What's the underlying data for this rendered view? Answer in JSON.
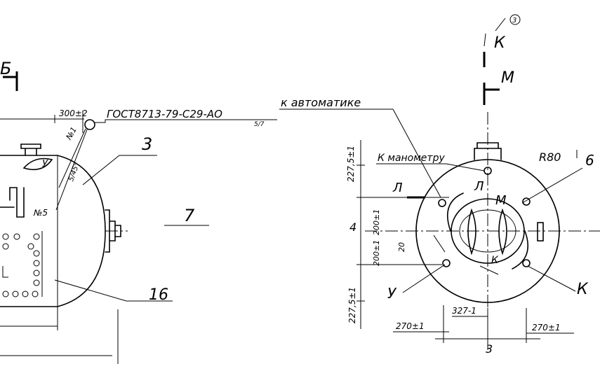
{
  "left_view": {
    "section_mark": "Б",
    "dim_top": "300±2",
    "callout_marker": "3",
    "gost_note": "ГОСТ8713-79-С29-АО",
    "gost_tail": "5/7",
    "note_n1": "№1",
    "note_n5": "№5",
    "dim_weld": "5/45°",
    "label_3": "3",
    "label_7": "7",
    "label_16": "16",
    "label_y": "У"
  },
  "right_view": {
    "circle_marker": "3",
    "mark_k_top": "К",
    "mark_m_top": "М",
    "label_automatics": "к автоматике",
    "label_manometers": "К манометру",
    "dim_227_top": "227,5±1",
    "dim_200_a": "200±1",
    "dim_200_b": "200±1",
    "dim_227_bottom": "227,5±1",
    "dim_20": "20",
    "label_l1": "Л",
    "label_l2": "Л",
    "label_m_mid": "М",
    "label_k_mid": "К",
    "label_y": "У",
    "label_4": "4",
    "label_r80": "R80",
    "label_6": "6",
    "label_k_right": "К",
    "dim_327": "327-1",
    "dim_270_left": "270±1",
    "dim_270_right": "270±1",
    "label_3_bottom": "3"
  }
}
